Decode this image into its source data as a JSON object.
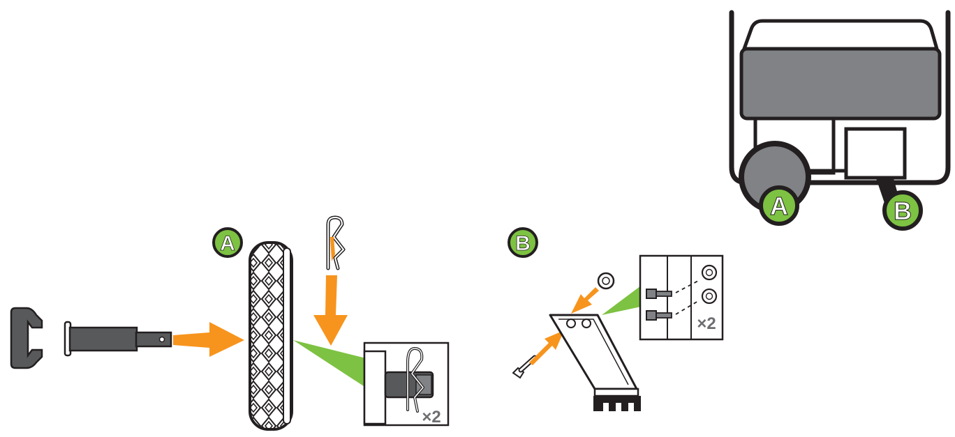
{
  "callouts": {
    "a_letter": "A",
    "b_letter": "B"
  },
  "step_a": {
    "label": "A",
    "quantity": "×2"
  },
  "step_b": {
    "label": "B",
    "quantity": "×2"
  },
  "colors": {
    "accent_green": "#7DC242",
    "arrow_orange": "#F7941D",
    "part_gray": "#6D6E71",
    "dark_gray": "#58595B",
    "outline": "#231F20"
  }
}
